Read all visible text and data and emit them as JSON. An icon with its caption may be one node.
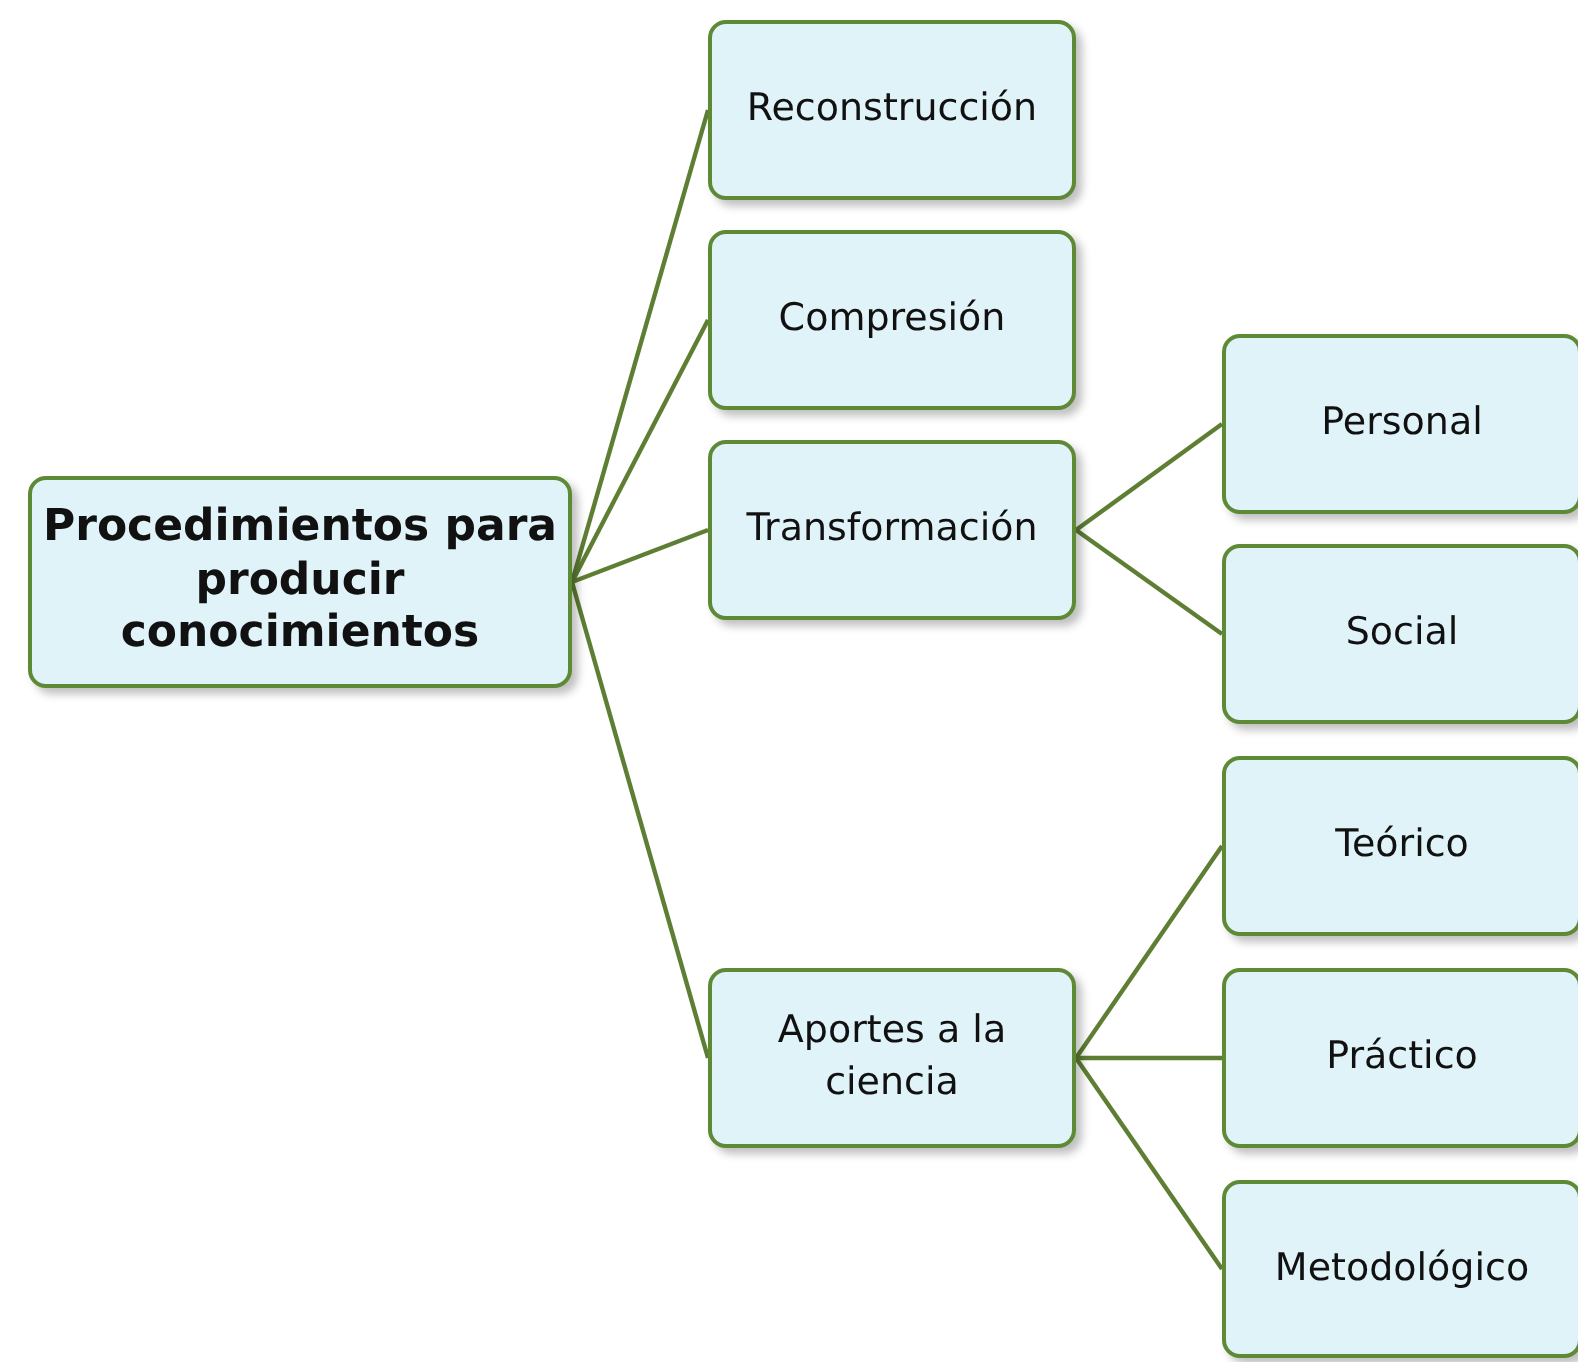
{
  "diagram": {
    "nodes": [
      {
        "text": [
          "Procedimientos para producir conocimientos"
        ]
      },
      {
        "text": [
          "Reconstrucción"
        ]
      },
      {
        "text": [
          "Compresión"
        ]
      },
      {
        "text": [
          "Transformación"
        ]
      },
      {
        "text": [
          "Aportes a la ciencia"
        ]
      },
      {
        "text": [
          "Personal"
        ]
      },
      {
        "text": [
          "Social"
        ]
      },
      {
        "text": [
          "Teórico"
        ]
      },
      {
        "text": [
          "Práctico"
        ]
      },
      {
        "text": [
          "Metodológico"
        ]
      }
    ],
    "edges": [
      {
        "from": 0,
        "to": 1,
        "arrow": "none"
      },
      {
        "from": 0,
        "to": 2,
        "arrow": "none"
      },
      {
        "from": 0,
        "to": 3,
        "arrow": "none"
      },
      {
        "from": 0,
        "to": 4,
        "arrow": "none"
      },
      {
        "from": 3,
        "to": 5,
        "arrow": "none"
      },
      {
        "from": 3,
        "to": 6,
        "arrow": "none"
      },
      {
        "from": 4,
        "to": 7,
        "arrow": "none"
      },
      {
        "from": 4,
        "to": 8,
        "arrow": "none"
      },
      {
        "from": 4,
        "to": 9,
        "arrow": "none"
      }
    ]
  }
}
